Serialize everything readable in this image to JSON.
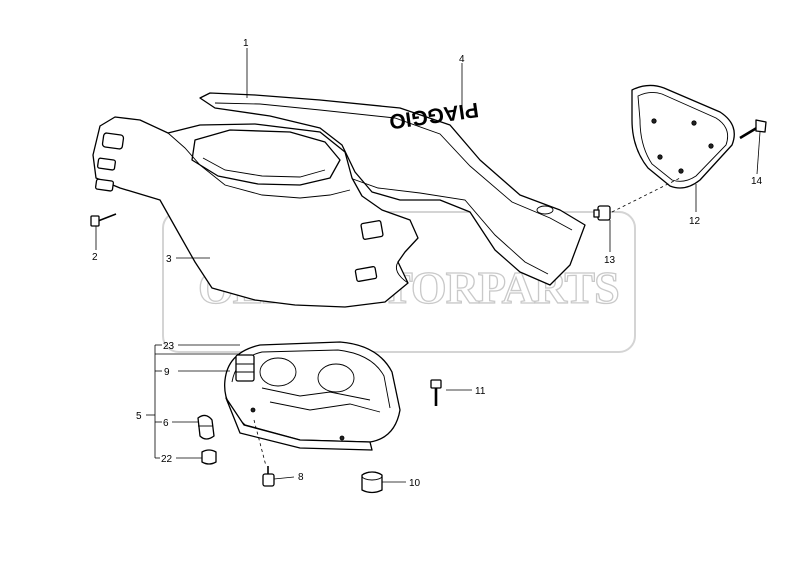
{
  "watermark": "OEMMOTORPARTS",
  "brand_label": "PIAGGIO",
  "callouts": {
    "c1": "1",
    "c2": "2",
    "c3": "3",
    "c4": "4",
    "c5": "5",
    "c6": "6",
    "c8": "8",
    "c9": "9",
    "c10": "10",
    "c11": "11",
    "c12": "12",
    "c13": "13",
    "c14": "14",
    "c22": "22",
    "c23": "23"
  }
}
